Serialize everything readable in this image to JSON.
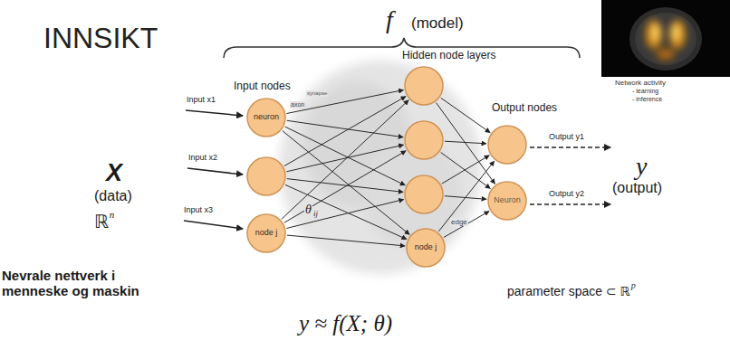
{
  "diagram": {
    "title": "INNSIKT",
    "nodes": [
      {
        "text": [
          "neuron"
        ]
      },
      {
        "text": []
      },
      {
        "text": [
          "node j"
        ]
      },
      {
        "text": []
      },
      {
        "text": []
      },
      {
        "text": []
      },
      {
        "text": [
          "node j"
        ]
      },
      {
        "text": []
      },
      {
        "text": [
          "Neuron"
        ]
      }
    ],
    "edges": [
      {
        "from": 0,
        "to": 3,
        "arrow": "to"
      },
      {
        "from": 0,
        "to": 4,
        "arrow": "to"
      },
      {
        "from": 0,
        "to": 5,
        "arrow": "to"
      },
      {
        "from": 0,
        "to": 6,
        "arrow": "to"
      },
      {
        "from": 1,
        "to": 3,
        "arrow": "to"
      },
      {
        "from": 1,
        "to": 4,
        "arrow": "to"
      },
      {
        "from": 1,
        "to": 5,
        "arrow": "to"
      },
      {
        "from": 1,
        "to": 6,
        "arrow": "to"
      },
      {
        "from": 2,
        "to": 3,
        "arrow": "to"
      },
      {
        "from": 2,
        "to": 4,
        "arrow": "to"
      },
      {
        "from": 2,
        "to": 5,
        "arrow": "to"
      },
      {
        "from": 2,
        "to": 6,
        "arrow": "to"
      },
      {
        "from": 3,
        "to": 7,
        "arrow": "to"
      },
      {
        "from": 3,
        "to": 8,
        "arrow": "to"
      },
      {
        "from": 4,
        "to": 7,
        "arrow": "to"
      },
      {
        "from": 4,
        "to": 8,
        "arrow": "to"
      },
      {
        "from": 5,
        "to": 7,
        "arrow": "to"
      },
      {
        "from": 5,
        "to": 8,
        "arrow": "to"
      },
      {
        "from": 6,
        "to": 7,
        "arrow": "to"
      },
      {
        "from": 6,
        "to": 8,
        "arrow": "to"
      }
    ],
    "labels": [
      "f",
      "(model)",
      "Hidden node layers",
      "Input nodes",
      "Output nodes",
      "Input x1",
      "Input x2",
      "Input x3",
      "X",
      "(data)",
      "ℝ",
      "n",
      "Output y1",
      "Output y2",
      "y",
      "(output)",
      "Network activity",
      "- learning",
      "- inference",
      "synapse",
      "axon",
      "θ",
      "ij",
      "edge",
      "Nevrale nettverk i menneske og maskin",
      "parameter space ⊂ ℝ",
      "p",
      "y ≈ f(X; θ)"
    ]
  }
}
